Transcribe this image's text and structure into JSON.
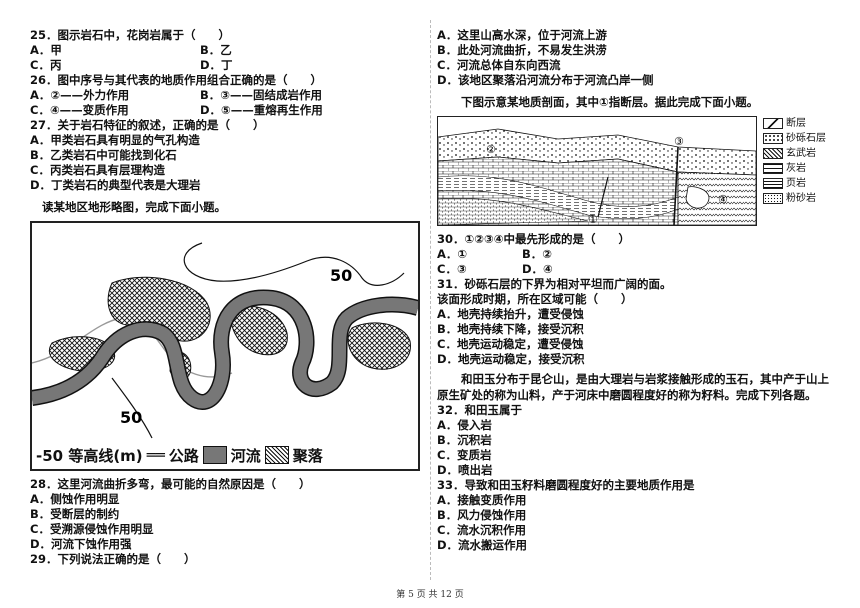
{
  "left": {
    "q25": {
      "stem": "25．图示岩石中，花岗岩属于（　　）",
      "A": "A．甲",
      "B": "B．乙",
      "C": "C．丙",
      "D": "D．丁"
    },
    "q26": {
      "stem": "26．图中序号与其代表的地质作用组合正确的是（　　）",
      "A": "A．②——外力作用",
      "B": "B．③——固结成岩作用",
      "C": "C．④——变质作用",
      "D": "D．⑤——重熔再生作用"
    },
    "q27": {
      "stem": "27．关于岩石特征的叙述，正确的是（　　）",
      "A": "A．甲类岩石具有明显的气孔构造",
      "B": "B．乙类岩石中可能找到化石",
      "C": "C．丙类岩石具有层理构造",
      "D": "D．丁类岩石的典型代表是大理岩"
    },
    "map_intro": "读某地区地形略图，完成下面小题。",
    "map": {
      "contour_label_top": "50",
      "contour_label_bottom": "50",
      "legend_contour": "-50 等高线(m)",
      "legend_road": "公路",
      "legend_river": "河流",
      "legend_town": "聚落"
    },
    "q28": {
      "stem": "28．这里河流曲折多弯，最可能的自然原因是（　　）",
      "A": "A．侧蚀作用明显",
      "B": "B．受断层的制约",
      "C": "C．受溯源侵蚀作用明显",
      "D": "D．河流下蚀作用强"
    },
    "q29": {
      "stem": "29．下列说法正确的是（　　）"
    }
  },
  "right": {
    "q29_opts": {
      "A": "A．这里山高水深，位于河流上游",
      "B": "B．此处河流曲折，不易发生洪涝",
      "C": "C．河流总体自东向西流",
      "D": "D．该地区聚落沿河流分布于河流凸岸一侧"
    },
    "profile_intro": "下图示意某地质剖面，其中①指断层。据此完成下面小题。",
    "profile": {
      "mark1": "①",
      "mark2": "②",
      "mark3": "③",
      "mark4": "④"
    },
    "legend": [
      "断层",
      "砂砾石层",
      "玄武岩",
      "灰岩",
      "页岩",
      "粉砂岩"
    ],
    "q30": {
      "stem": "30．①②③④中最先形成的是（　　）",
      "A": "A．①",
      "B": "B．②",
      "C": "C．③",
      "D": "D．④"
    },
    "q31": {
      "stem": "31．砂砾石层的下界为相对平坦而广阔的面。",
      "stem2": "该面形成时期，所在区域可能（　　）",
      "A": "A．地壳持续抬升，遭受侵蚀",
      "B": "B．地壳持续下降，接受沉积",
      "C": "C．地壳运动稳定，遭受侵蚀",
      "D": "D．地壳运动稳定，接受沉积"
    },
    "jade_intro": "和田玉分布于昆仑山，是由大理岩与岩浆接触形成的玉石，其中产于山上原生矿处的称为山料，产于河床中磨圆程度好的称为籽料。完成下列各题。",
    "q32": {
      "stem": "32．和田玉属于",
      "A": "A．侵入岩",
      "B": "B．沉积岩",
      "C": "C．变质岩",
      "D": "D．喷出岩"
    },
    "q33": {
      "stem": "33．导致和田玉籽料磨圆程度好的主要地质作用是",
      "A": "A．接触变质作用",
      "B": "B．风力侵蚀作用",
      "C": "C．流水沉积作用",
      "D": "D．流水搬运作用"
    }
  },
  "footer": "第 5 页 共 12 页"
}
